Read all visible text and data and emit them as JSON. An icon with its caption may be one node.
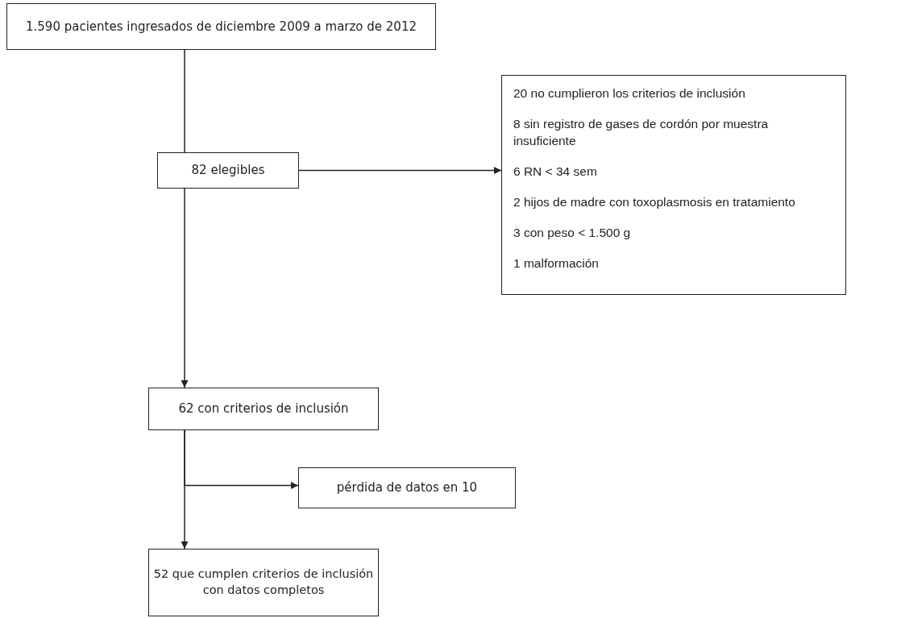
{
  "diagram": {
    "nodes": [
      {
        "text": [
          "1.590 pacientes  ingresados de diciembre 2009 a marzo de 2012"
        ]
      },
      {
        "text": [
          "82 elegibles"
        ]
      },
      {
        "text": [
          "20  no cumplieron los criterios de inclusión",
          "8 sin registro de gases de cordón por muestra insuficiente",
          "6 RN < 34 sem",
          "2 hijos de madre con toxoplasmosis en tratamiento",
          "3 con peso < 1.500 g",
          "1 malformación"
        ]
      },
      {
        "text": [
          "62 con criterios de inclusión"
        ]
      },
      {
        "text": [
          "pérdida de datos en 10"
        ]
      },
      {
        "text": [
          "52 que cumplen criterios de inclusión con datos completos"
        ]
      }
    ],
    "edges": [
      {
        "from": 0,
        "to": 1,
        "arrow": "none"
      },
      {
        "from": 1,
        "to": 2,
        "arrow": "to"
      },
      {
        "from": 1,
        "to": 3,
        "arrow": "to"
      },
      {
        "from": 3,
        "to": 4,
        "arrow": "to"
      },
      {
        "from": 3,
        "to": 5,
        "arrow": "to"
      }
    ]
  }
}
